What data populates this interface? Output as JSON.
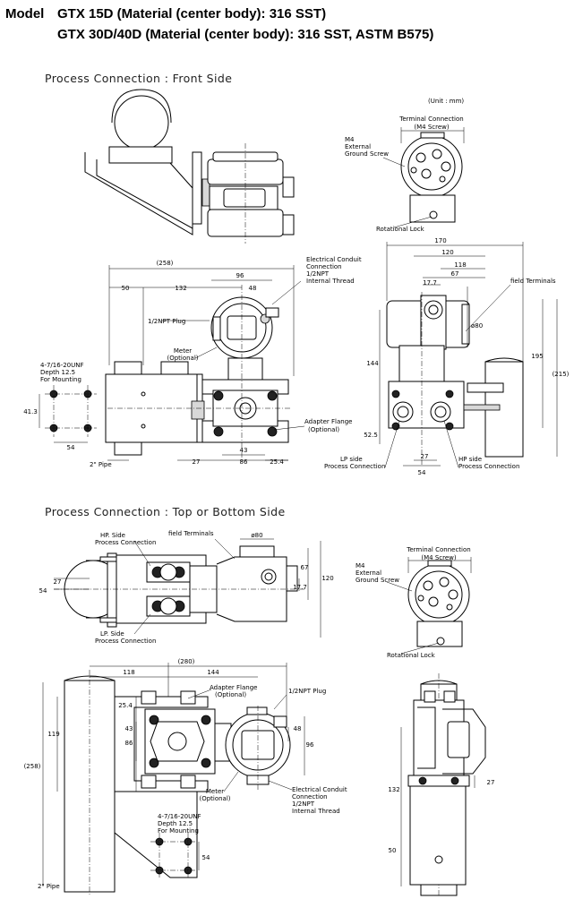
{
  "header": {
    "model_label": "Model",
    "line1": "GTX 15D (Material (center body): 316 SST)",
    "line2": "GTX 30D/40D (Material (center body): 316 SST, ASTM B575)"
  },
  "sections": {
    "front": "Process Connection : Front Side",
    "top": "Process Connection : Top or Bottom Side"
  },
  "labels": {
    "unit": "(Unit : mm)",
    "terminal_connection": "Terminal Connection",
    "m4_screw": "(M4 Screw)",
    "m4": "M4",
    "external": "External",
    "ground_screw": "Ground Screw",
    "rotational_lock": "Rotational Lock",
    "electrical_conduit": "Electrical Conduit",
    "connection": "Connection",
    "npt_half": "1/2NPT",
    "internal_thread": "Internal Thread",
    "npt_plug": "1/2NPT Plug",
    "meter": "Meter",
    "optional": "(Optional)",
    "unf": "4-7/16-20UNF",
    "depth": "Depth 12.5",
    "for_mounting": "For Mounting",
    "adapter_flange": "Adapter Flange",
    "pipe": "2\" Pipe",
    "field_terminals": "field Terminals",
    "lp_side": "LP side",
    "hp_side": "HP side",
    "process_connection": "Process Connection",
    "hp_side_b": "HP. Side",
    "lp_side_b": "LP. Side"
  },
  "dims": {
    "d258": "(258)",
    "d96": "96",
    "d50": "50",
    "d132": "132",
    "d48": "48",
    "d41_3": "41.3",
    "d54": "54",
    "d27": "27",
    "d86": "86",
    "d43": "43",
    "d25_4": "25.4",
    "d170": "170",
    "d120": "120",
    "d118": "118",
    "d67": "67",
    "d17_7": "17.7",
    "phi80": "ø80",
    "d144": "144",
    "d195": "195",
    "d215": "(215)",
    "d52_5": "52.5",
    "d280": "(280)",
    "d119": "119",
    "d132b": "132"
  }
}
